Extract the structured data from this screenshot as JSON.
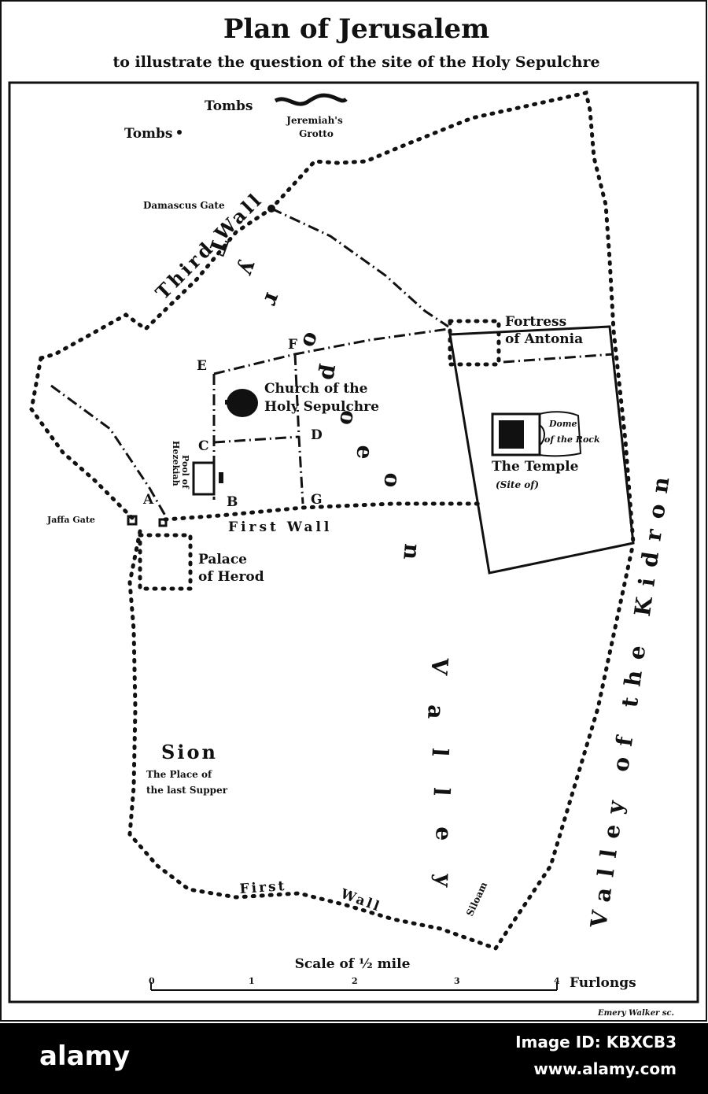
{
  "title": "Plan of Jerusalem",
  "subtitle": "to illustrate the question of the site of the Holy Sepulchre",
  "places": {
    "tombs_1": "Tombs",
    "tombs_2": "Tombs",
    "jeremiah_1": "Jeremiah's",
    "jeremiah_2": "Grotto",
    "damascus_gate": "Damascus Gate",
    "third_wall": "Third Wall",
    "tyropoeon": [
      "T",
      "y",
      "r",
      "o",
      "p",
      "o",
      "e",
      "o",
      "n"
    ],
    "fortress_1": "Fortress",
    "fortress_2": "of Antonia",
    "church_1": "Church of the",
    "church_2": "Holy Sepulchre",
    "dome_1": "Dome",
    "dome_2": "of the Rock",
    "temple_1": "The Temple",
    "temple_2": "(Site of)",
    "pool_1": "Pool of",
    "pool_2": "Hezekiah",
    "jaffa_gate": "Jaffa Gate",
    "first_wall_north": "First Wall",
    "palace_1": "Palace",
    "palace_2": "of Herod",
    "sion": "Sion",
    "last_supper_1": "The Place of",
    "last_supper_2": "the last Supper",
    "first_wall_south_1": "First",
    "first_wall_south_2": "Wall",
    "siloam": "Siloam",
    "valley_lower": [
      "V",
      "a",
      "l",
      "l",
      "e",
      "y"
    ],
    "kidron": "Valley of the Kidron"
  },
  "letters": {
    "a": "A",
    "b": "B",
    "c": "C",
    "d": "D",
    "e": "E",
    "f": "F",
    "g": "G"
  },
  "scale": {
    "title": "Scale of ½ mile",
    "ticks": [
      "0",
      "1",
      "2",
      "3",
      "4"
    ],
    "unit": "Furlongs"
  },
  "engraver": "Emery Walker sc.",
  "footer": {
    "logo": "alamy",
    "image_id": "Image ID: KBXCB3",
    "site": "www.alamy.com"
  },
  "colors": {
    "ink": "#111111",
    "paper": "#ffffff",
    "footer": "#000000"
  }
}
